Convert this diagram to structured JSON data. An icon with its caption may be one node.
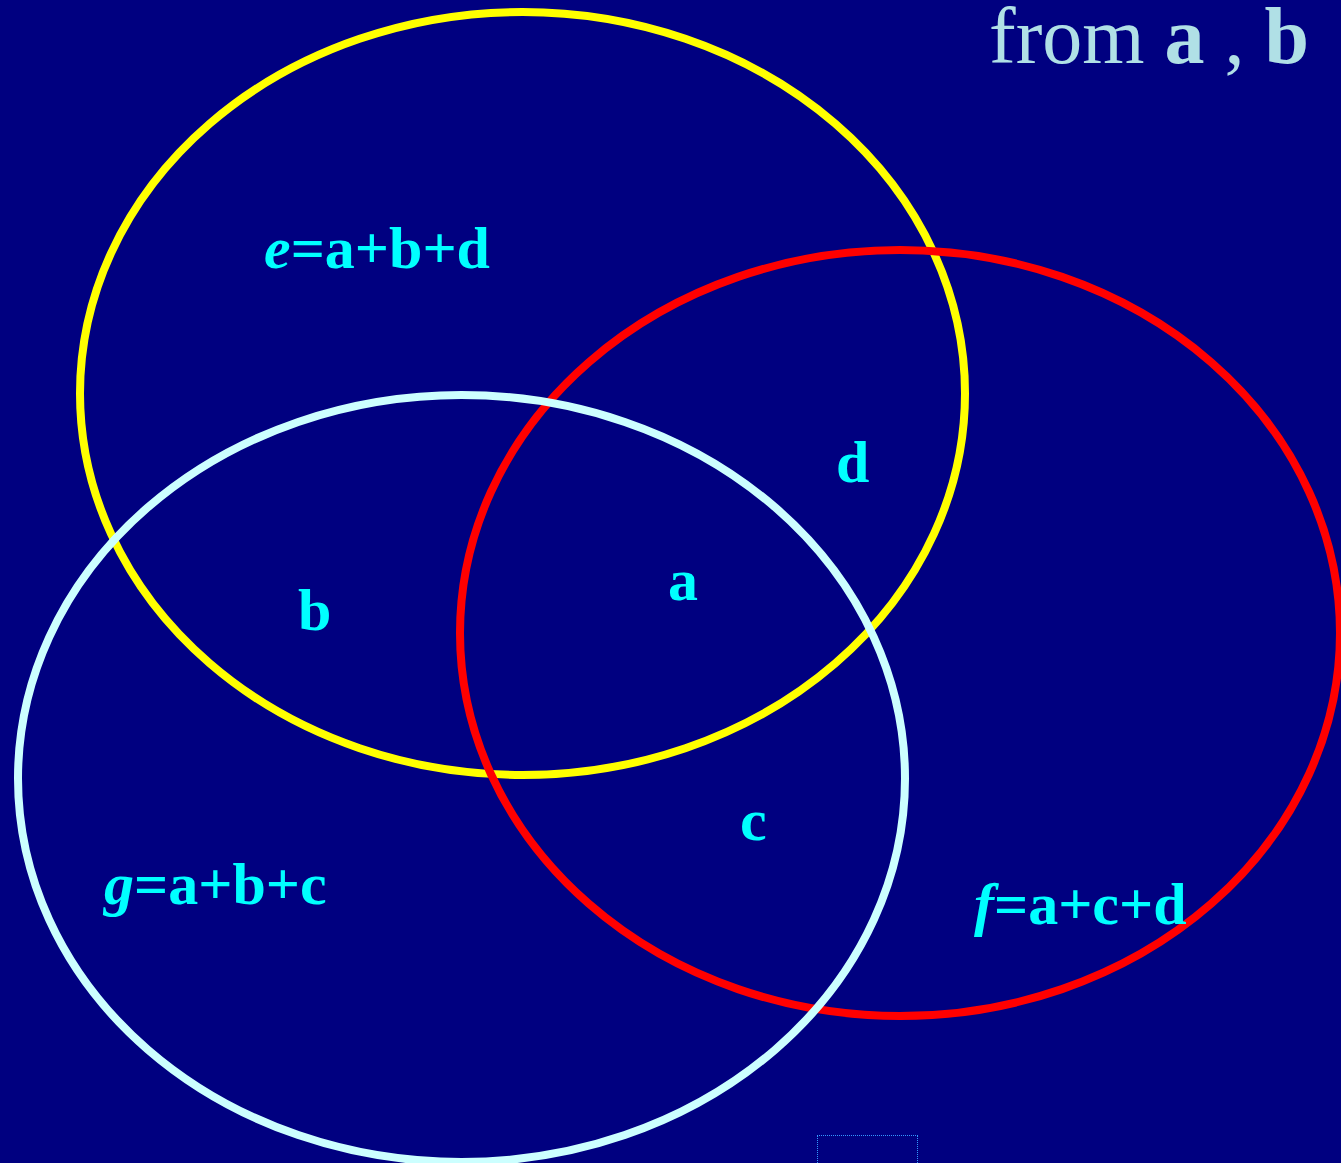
{
  "diagram": {
    "title": "from **a** , **b**",
    "nodes": [
      {
        "text": [
          "*e*=a+b+d"
        ]
      },
      {
        "text": [
          "*f*=a+c+d"
        ]
      },
      {
        "text": [
          "*g*=a+b+c"
        ]
      }
    ],
    "labels": [
      "d",
      "a",
      "b",
      "c"
    ]
  }
}
